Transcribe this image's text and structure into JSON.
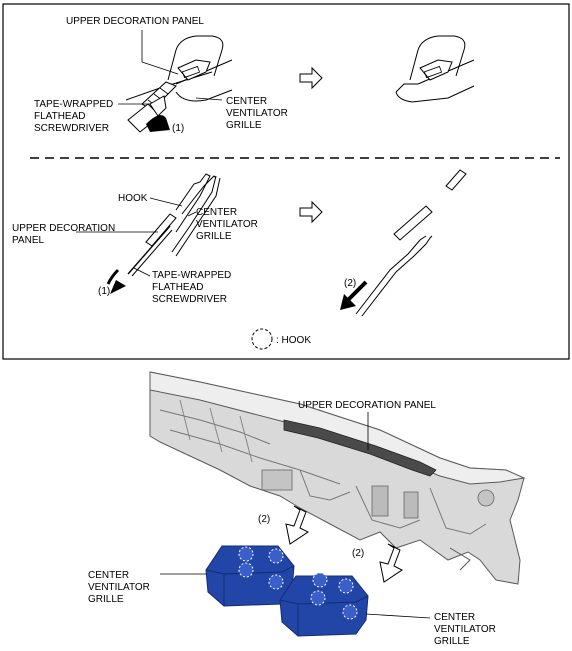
{
  "top_diagram": {
    "upper_decoration_panel": "UPPER DECORATION PANEL",
    "tape_wrapped_screwdriver": [
      "TAPE-WRAPPED",
      "FLATHEAD",
      "SCREWDRIVER"
    ],
    "center_ventilator_grille": [
      "CENTER",
      "VENTILATOR",
      "GRILLE"
    ],
    "step_1": "(1)"
  },
  "middle_diagram": {
    "hook": "HOOK",
    "upper_decoration_panel": [
      "UPPER DECORATION",
      "PANEL"
    ],
    "center_ventilator_grille": [
      "CENTER",
      "VENTILATOR",
      "GRILLE"
    ],
    "tape_wrapped_screwdriver": [
      "TAPE-WRAPPED",
      "FLATHEAD",
      "SCREWDRIVER"
    ],
    "step_1": "(1)",
    "step_2": "(2)"
  },
  "legend": {
    "hook_label": ": HOOK"
  },
  "bottom_diagram": {
    "upper_decoration_panel": "UPPER DECORATION PANEL",
    "step_2_left": "(2)",
    "step_2_right": "(2)",
    "grille_left": [
      "CENTER",
      "VENTILATOR",
      "GRILLE"
    ],
    "grille_right": [
      "CENTER",
      "VENTILATOR",
      "GRILLE"
    ]
  },
  "colors": {
    "grille_blue": "#2246a8",
    "grille_blue_dark": "#142c72",
    "dashboard_gray": "#c9c9c9",
    "panel_dark": "#4a4a4a"
  }
}
